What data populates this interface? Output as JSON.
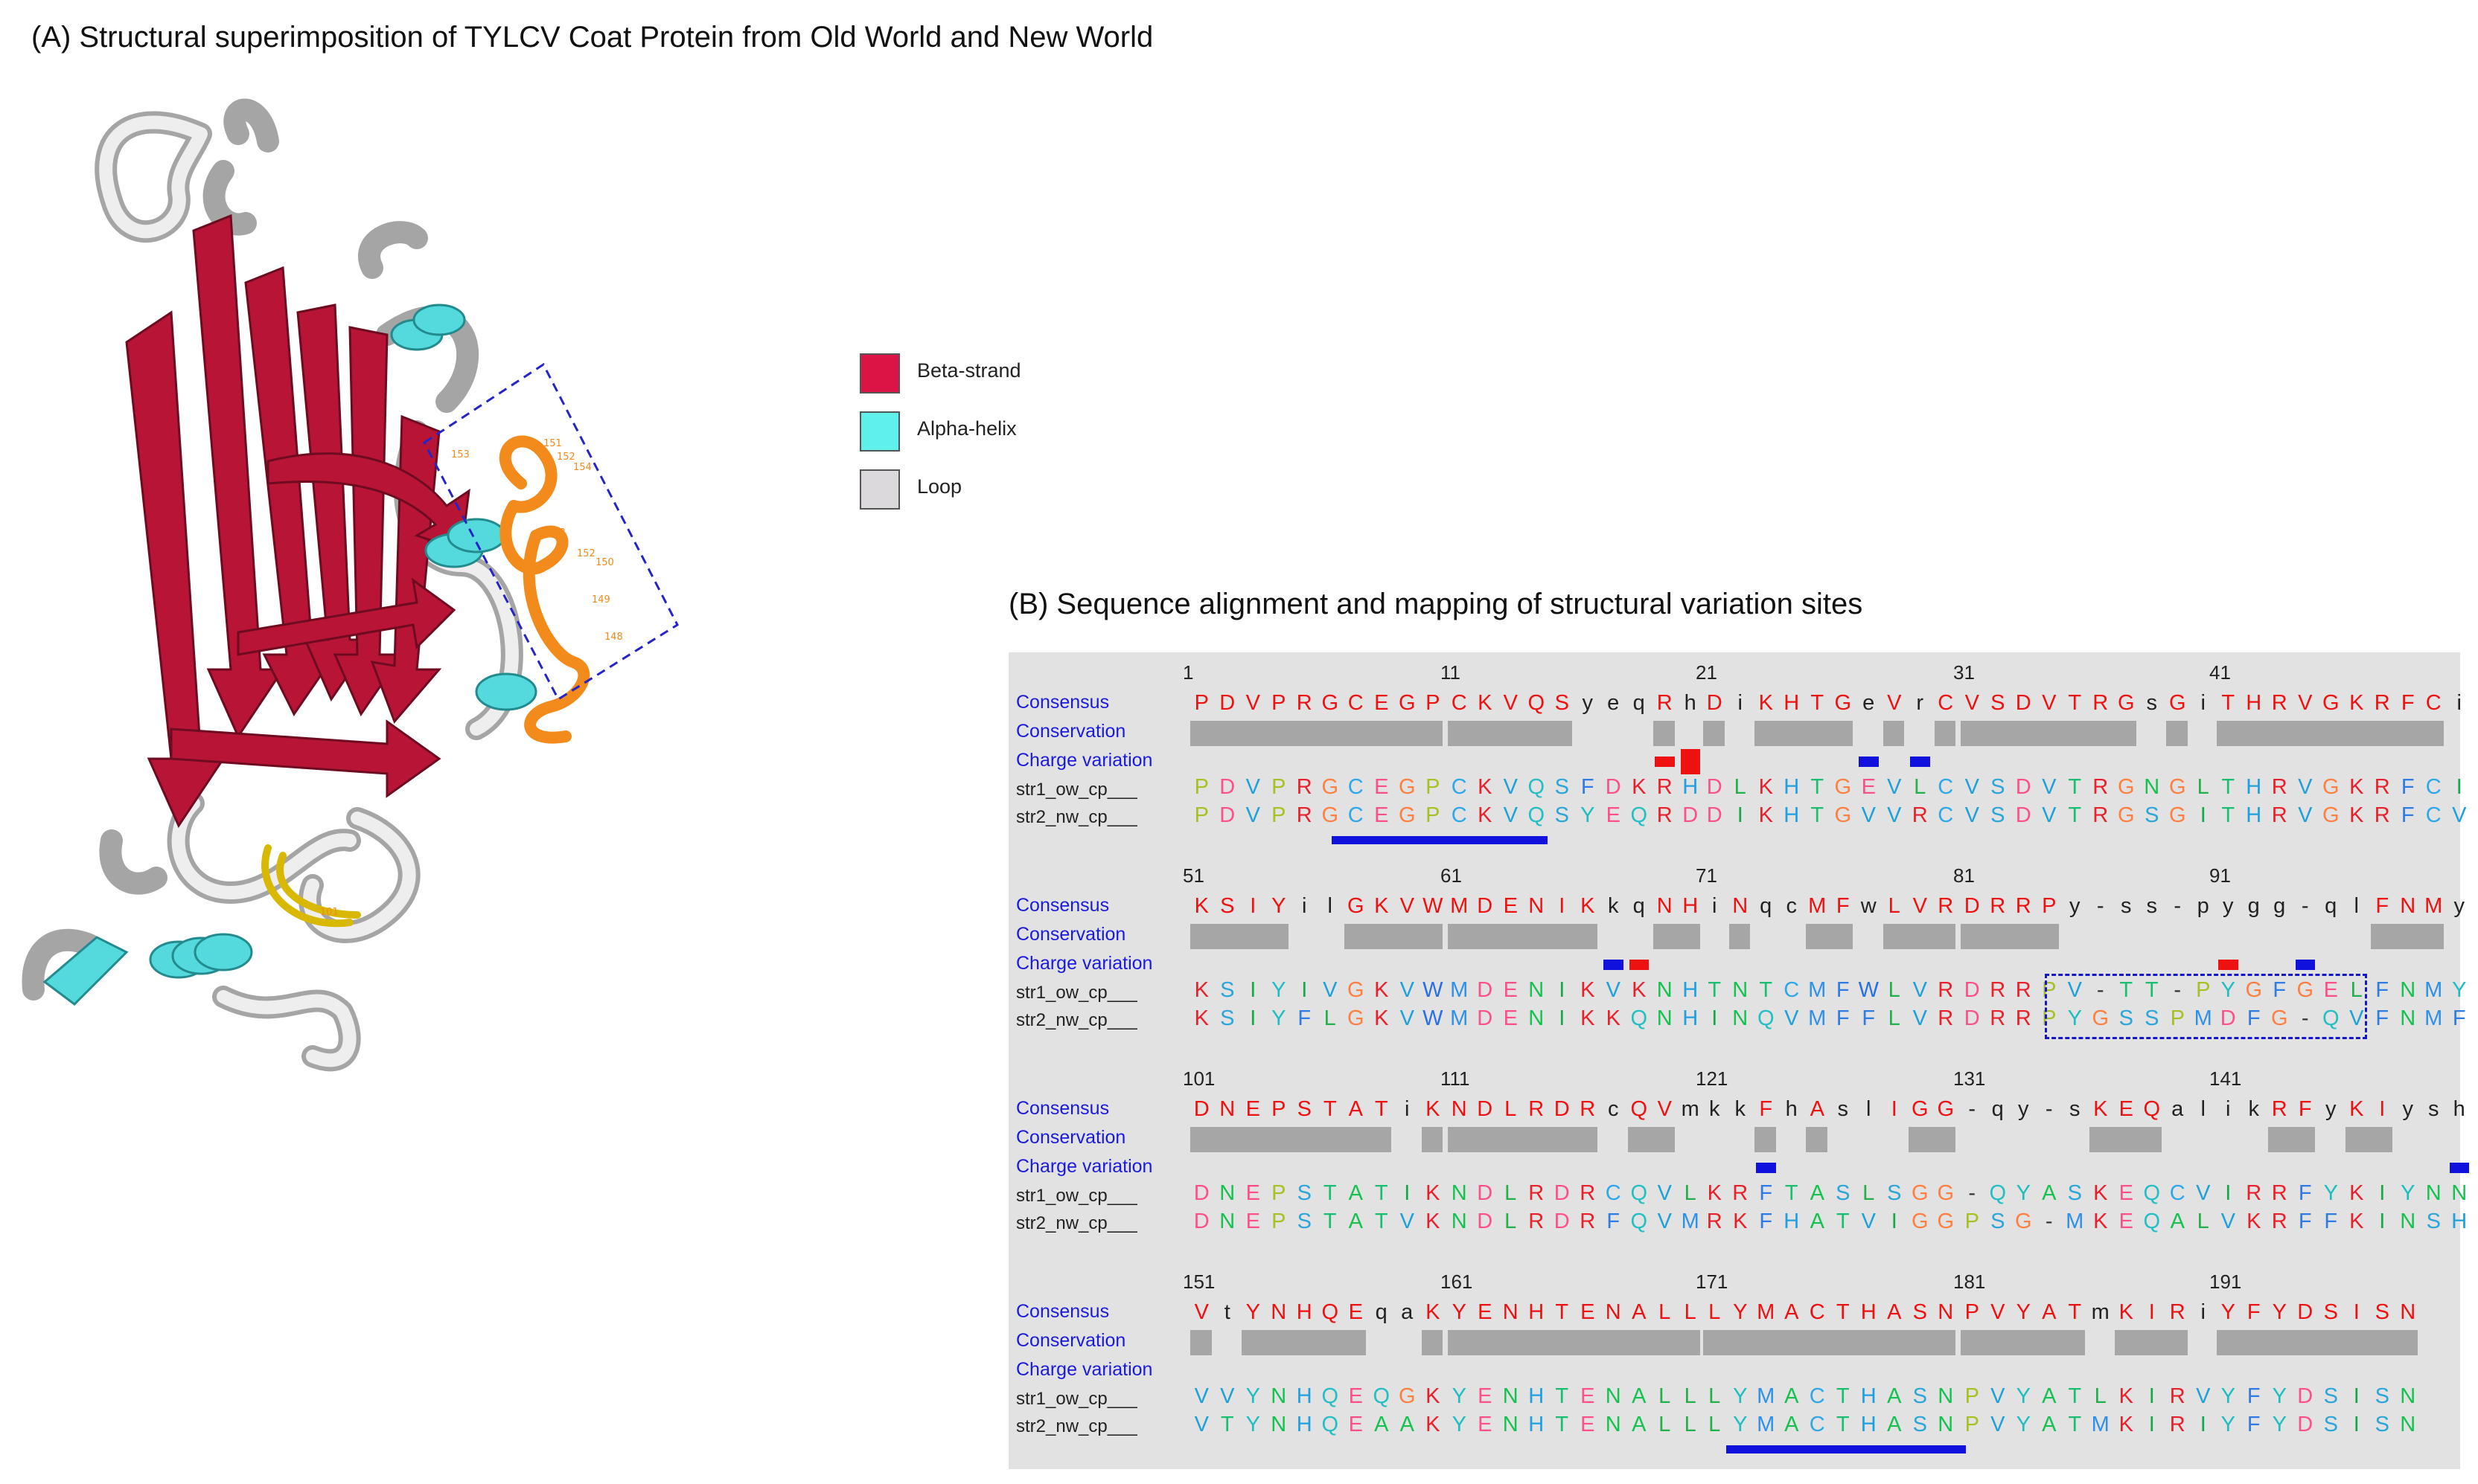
{
  "panel_a": {
    "title": "(A) Structural superimposition of TYLCV Coat Protein from Old World and New World"
  },
  "panel_b": {
    "title": "(B) Sequence alignment and mapping of structural variation sites"
  },
  "legend": [
    {
      "label": "Beta-strand",
      "color": "#dc1446"
    },
    {
      "label": "Alpha-helix",
      "color": "#5ff0ec"
    },
    {
      "label": "Loop",
      "color": "#dcd9dc"
    }
  ],
  "structure_labels": [
    "153",
    "151",
    "152",
    "154",
    "153",
    "152",
    "150",
    "149",
    "148",
    "101"
  ],
  "colors": {
    "loop": "#dedede",
    "strand": "#b81436",
    "helix": "#54d9dd",
    "highlight": "#f28a1c",
    "yellow": "#d8b800",
    "box": "#2424c8"
  },
  "row_labels": [
    "Consensus",
    "Conservation",
    "Charge variation",
    "str1_ow_cp___",
    "str2_nw_cp___"
  ],
  "aa_colors": {
    "A": "#16c24f",
    "C": "#2da8e8",
    "D": "#ff4f8a",
    "E": "#ff4f8a",
    "F": "#2e7ce2",
    "G": "#ff7f40",
    "H": "#1ea0e0",
    "I": "#16a848",
    "K": "#e8202a",
    "L": "#22b04a",
    "M": "#2e90e8",
    "N": "#16c24f",
    "P": "#a8c020",
    "Q": "#23bfc4",
    "R": "#e8202a",
    "S": "#2aa6d8",
    "T": "#18bf70",
    "V": "#1ea0d8",
    "W": "#2a6ee0",
    "Y": "#1ebec0",
    "-": "#333333"
  },
  "consensus_colors": {
    "upper": "#ee1111",
    "lower": "#222222"
  },
  "blocks": [
    {
      "segments": [
        {
          "pos": "1",
          "consensus": "PDVPRGCEGP",
          "conservation": [
            1,
            1,
            1,
            1,
            1,
            1,
            1,
            1,
            1,
            1
          ],
          "charge": [
            0,
            0,
            0,
            0,
            0,
            0,
            0,
            0,
            0,
            0
          ],
          "s1": "PDVPRGCEGP",
          "s2": "PDVPRGCEGP"
        },
        {
          "pos": "11",
          "consensus": "CKVQSyeqRh",
          "conservation": [
            1,
            1,
            1,
            1,
            1,
            0,
            0,
            0,
            1,
            0
          ],
          "charge": [
            0,
            0,
            0,
            0,
            0,
            0,
            0,
            0,
            1,
            2
          ],
          "s1": "CKVQSFDKRH",
          "s2": "CKVQSYEQRD"
        },
        {
          "pos": "21",
          "consensus": "DiKHTGeVrC",
          "conservation": [
            1,
            0,
            1,
            1,
            1,
            1,
            0,
            1,
            0,
            1
          ],
          "charge": [
            0,
            0,
            0,
            0,
            0,
            0,
            -1,
            0,
            -1,
            0
          ],
          "s1": "DLKHTGEVLC",
          "s2": "DIKHTGVVRC"
        },
        {
          "pos": "31",
          "consensus": "VSDVTRGsGi",
          "conservation": [
            1,
            1,
            1,
            1,
            1,
            1,
            1,
            0,
            1,
            0
          ],
          "charge": [
            0,
            0,
            0,
            0,
            0,
            0,
            0,
            0,
            0,
            0
          ],
          "s1": "VSDVTRGNGL",
          "s2": "VSDVTRGSGI"
        },
        {
          "pos": "41",
          "consensus": "THRVGKRFCi",
          "conservation": [
            1,
            1,
            1,
            1,
            1,
            1,
            1,
            1,
            1,
            0
          ],
          "charge": [
            0,
            0,
            0,
            0,
            0,
            0,
            0,
            0,
            0,
            0
          ],
          "s1": "THRVGKRFCI",
          "s2": "THRVGKRFCV"
        }
      ]
    },
    {
      "segments": [
        {
          "pos": "51",
          "consensus": "KSIYilGKVW",
          "conservation": [
            1,
            1,
            1,
            1,
            0,
            0,
            1,
            1,
            1,
            1
          ],
          "charge": [
            0,
            0,
            0,
            0,
            0,
            0,
            0,
            0,
            0,
            0
          ],
          "s1": "KSIYIVGKVW",
          "s2": "KSIYFLGKVW"
        },
        {
          "pos": "61",
          "consensus": "MDENIKkqNH",
          "conservation": [
            1,
            1,
            1,
            1,
            1,
            1,
            0,
            0,
            1,
            1
          ],
          "charge": [
            0,
            0,
            0,
            0,
            0,
            0,
            -1,
            1,
            0,
            0
          ],
          "s1": "MDENIKVKNH",
          "s2": "MDENIKKQNH"
        },
        {
          "pos": "71",
          "consensus": "iNqcMFwLVR",
          "conservation": [
            0,
            1,
            0,
            0,
            1,
            1,
            0,
            1,
            1,
            1
          ],
          "charge": [
            0,
            0,
            0,
            0,
            0,
            0,
            0,
            0,
            0,
            0
          ],
          "s1": "TNTCMFWLVR",
          "s2": "INQVMFFLVR"
        },
        {
          "pos": "81",
          "consensus": "DRRPy-ss-p",
          "conservation": [
            1,
            1,
            1,
            1,
            0,
            0,
            0,
            0,
            0,
            0
          ],
          "charge": [
            0,
            0,
            0,
            0,
            0,
            0,
            0,
            0,
            0,
            0
          ],
          "s1": "DRRPV-TT-P",
          "s2": "DRRPYGSSPM"
        },
        {
          "pos": "91",
          "consensus": "ygg-qlFNMy",
          "conservation": [
            0,
            0,
            0,
            0,
            0,
            0,
            1,
            1,
            1,
            0
          ],
          "charge": [
            1,
            0,
            0,
            -1,
            0,
            0,
            0,
            0,
            0,
            0
          ],
          "s1": "YGFGELFNMY",
          "s2": "DFG-QVFNMF"
        }
      ]
    },
    {
      "segments": [
        {
          "pos": "101",
          "consensus": "DNEPSTATiK",
          "conservation": [
            1,
            1,
            1,
            1,
            1,
            1,
            1,
            1,
            0,
            1
          ],
          "charge": [
            0,
            0,
            0,
            0,
            0,
            0,
            0,
            0,
            0,
            0
          ],
          "s1": "DNEPSTATIK",
          "s2": "DNEPSTATVK"
        },
        {
          "pos": "111",
          "consensus": "NDLRDRcQVm",
          "conservation": [
            1,
            1,
            1,
            1,
            1,
            1,
            0,
            1,
            1,
            0
          ],
          "charge": [
            0,
            0,
            0,
            0,
            0,
            0,
            0,
            0,
            0,
            0
          ],
          "s1": "NDLRDRCQVL",
          "s2": "NDLRDRFQVM"
        },
        {
          "pos": "121",
          "consensus": "kkFhAslIGG",
          "conservation": [
            0,
            0,
            1,
            0,
            1,
            0,
            0,
            0,
            1,
            1
          ],
          "charge": [
            0,
            0,
            -1,
            0,
            0,
            0,
            0,
            0,
            0,
            0
          ],
          "s1": "KRFTASLSGG",
          "s2": "RKFHATVIGG"
        },
        {
          "pos": "131",
          "consensus": "-qy-sKEQal",
          "conservation": [
            0,
            0,
            0,
            0,
            0,
            1,
            1,
            1,
            0,
            0
          ],
          "charge": [
            0,
            0,
            0,
            0,
            0,
            0,
            0,
            0,
            0,
            0
          ],
          "s1": "-QYASKEQCV",
          "s2": "PSG-MKEQAL"
        },
        {
          "pos": "141",
          "consensus": "ikRFyKIysh",
          "conservation": [
            0,
            0,
            1,
            1,
            0,
            1,
            1,
            0,
            0,
            0
          ],
          "charge": [
            0,
            0,
            0,
            0,
            0,
            0,
            0,
            0,
            0,
            -1
          ],
          "s1": "IRRFYKIYNN",
          "s2": "VKRFFKINSH"
        }
      ]
    },
    {
      "segments": [
        {
          "pos": "151",
          "consensus": "VtYNHQEqaK",
          "conservation": [
            1,
            0,
            1,
            1,
            1,
            1,
            1,
            0,
            0,
            1
          ],
          "charge": [
            0,
            0,
            0,
            0,
            0,
            0,
            0,
            0,
            0,
            0
          ],
          "s1": "VVYNHQEQGK",
          "s2": "VTYNHQEAAK"
        },
        {
          "pos": "161",
          "consensus": "YENHTENALL",
          "conservation": [
            1,
            1,
            1,
            1,
            1,
            1,
            1,
            1,
            1,
            1
          ],
          "charge": [
            0,
            0,
            0,
            0,
            0,
            0,
            0,
            0,
            0,
            0
          ],
          "s1": "YENHTENALL",
          "s2": "YENHTENALL"
        },
        {
          "pos": "171",
          "consensus": "LYMACTHASN",
          "conservation": [
            1,
            1,
            1,
            1,
            1,
            1,
            1,
            1,
            1,
            1
          ],
          "charge": [
            0,
            0,
            0,
            0,
            0,
            0,
            0,
            0,
            0,
            0
          ],
          "s1": "LYMACTHASN",
          "s2": "LYMACTHASN"
        },
        {
          "pos": "181",
          "consensus": "PVYATmKIRi",
          "conservation": [
            1,
            1,
            1,
            1,
            1,
            0,
            1,
            1,
            1,
            0
          ],
          "charge": [
            0,
            0,
            0,
            0,
            0,
            0,
            0,
            0,
            0,
            0
          ],
          "s1": "PVYATLKIRV",
          "s2": "PVYATMKIRI"
        },
        {
          "pos": "191",
          "consensus": "YFYDSISN",
          "conservation": [
            1,
            1,
            1,
            1,
            1,
            1,
            1,
            1
          ],
          "charge": [
            0,
            0,
            0,
            0,
            0,
            0,
            0,
            0
          ],
          "s1": "YFYDSISN",
          "s2": "YFYDSISN"
        }
      ]
    }
  ]
}
